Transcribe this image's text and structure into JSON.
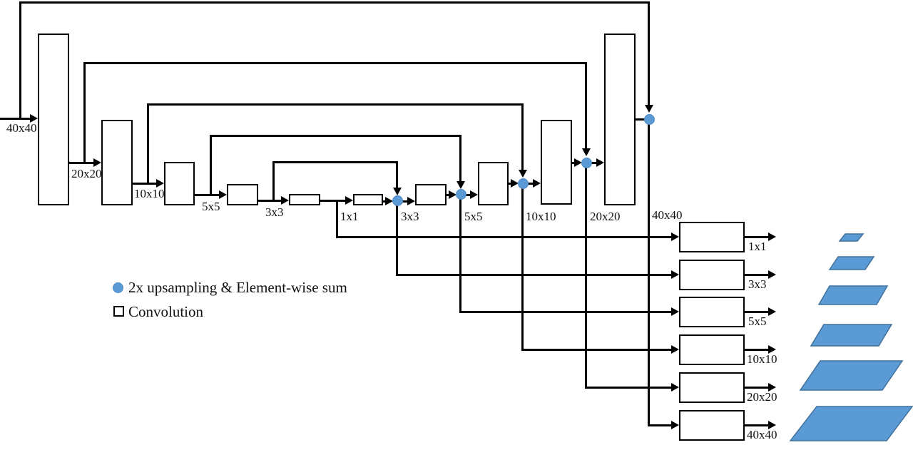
{
  "legend": {
    "upsample": "2x upsampling & Element-wise sum",
    "convolution": "Convolution"
  },
  "labels": {
    "input_40": "40x40",
    "enc_20": "20x20",
    "enc_10": "10x10",
    "enc_5": "5x5",
    "enc_3": "3x3",
    "enc_1": "1x1",
    "dec_3": "3x3",
    "dec_5": "5x5",
    "dec_10": "10x10",
    "dec_20": "20x20",
    "dec_40": "40x40",
    "out_1": "1x1",
    "out_3": "3x3",
    "out_5": "5x5",
    "out_10": "10x10",
    "out_20": "20x20",
    "out_40": "40x40"
  },
  "colors": {
    "node_blue": "#5b9bd5",
    "pyramid_fill": "#5b9bd5",
    "pyramid_border": "#41719c",
    "line": "#000000"
  }
}
